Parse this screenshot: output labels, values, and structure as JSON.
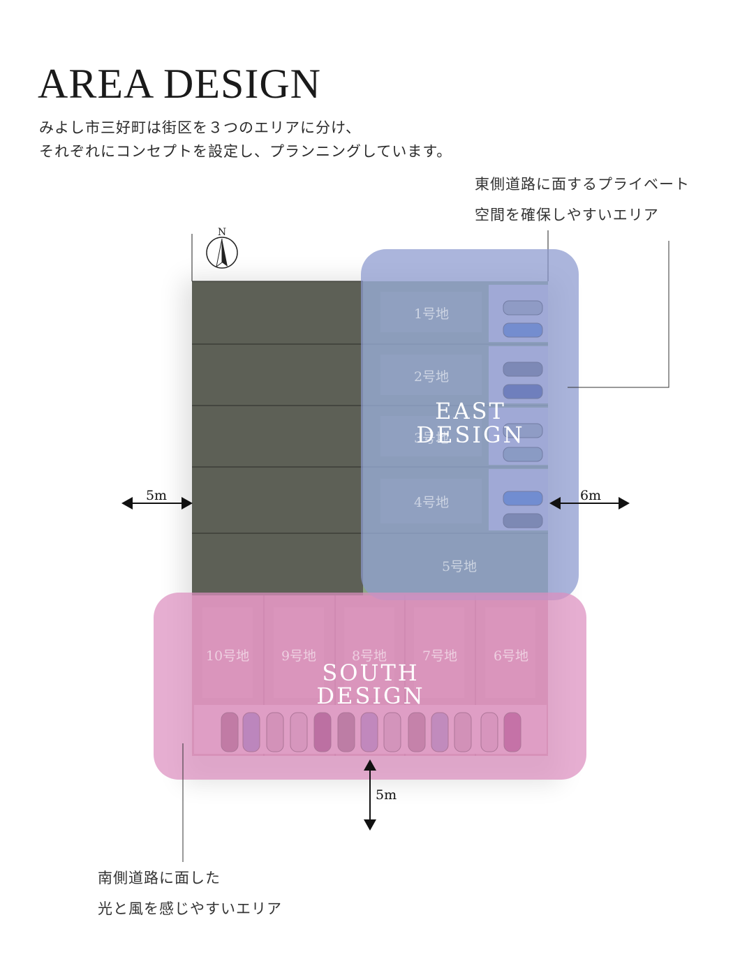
{
  "header": {
    "title": "AREA DESIGN",
    "intro_line1": "みよし市三好町は街区を３つのエリアに分け、",
    "intro_line2": "それぞれにコンセプトを設定し、プランニングしています。"
  },
  "callouts": {
    "east_line1": "東側道路に面するプライベート",
    "east_line2": "空間を確保しやすいエリア",
    "south_line1": "南側道路に面した",
    "south_line2": "光と風を感じやすいエリア"
  },
  "compass": {
    "label": "N",
    "icon": "north-arrow-icon"
  },
  "zones": {
    "east_line1": "EAST",
    "east_line2": "DESIGN",
    "south_line1": "SOUTH",
    "south_line2": "DESIGN"
  },
  "lots_east": [
    "1号地",
    "2号地",
    "3号地",
    "4号地"
  ],
  "lot_5": "5号地",
  "lots_south": [
    "10号地",
    "9号地",
    "8号地",
    "7号地",
    "6号地"
  ],
  "roads": {
    "west": "5m",
    "east": "6m",
    "south": "5m"
  },
  "colors": {
    "east_zone": "#8a98cf",
    "south_zone": "#dc8fbf",
    "dark_block": "#5d6056",
    "lot_green": "#8fa88a"
  }
}
